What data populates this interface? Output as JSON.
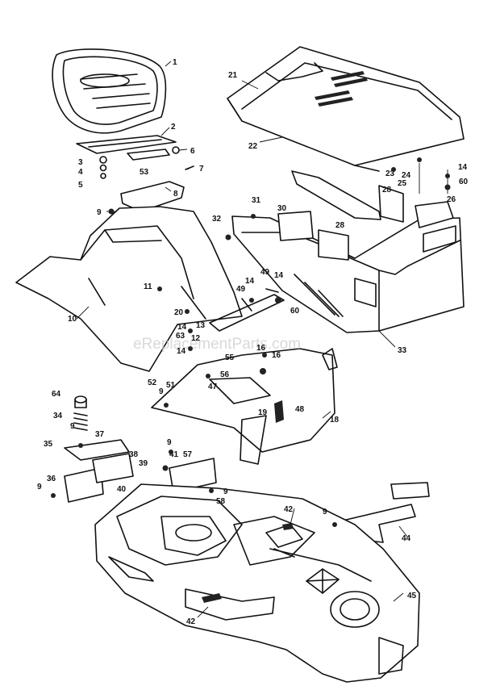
{
  "watermark": "eReplacementParts.com",
  "callouts": {
    "n1": "1",
    "n2": "2",
    "n3": "3",
    "n4": "4",
    "n5": "5",
    "n6": "6",
    "n7": "7",
    "n8": "8",
    "n9a": "9",
    "n9b": "9",
    "n9c": "9",
    "n9d": "9",
    "n9e": "9",
    "n9f": "9",
    "n9g": "9",
    "n10": "10",
    "n11": "11",
    "n12": "12",
    "n13": "13",
    "n14a": "14",
    "n14b": "14",
    "n14c": "14",
    "n14d": "14",
    "n14e": "14",
    "n16a": "16",
    "n16b": "16",
    "n18": "18",
    "n19": "19",
    "n20": "20",
    "n21": "21",
    "n22": "22",
    "n23": "23",
    "n24": "24",
    "n25": "25",
    "n26": "26",
    "n28a": "28",
    "n28b": "28",
    "n30": "30",
    "n31": "31",
    "n32": "32",
    "n33": "33",
    "n34": "34",
    "n35": "35",
    "n36": "36",
    "n37": "37",
    "n38": "38",
    "n39": "39",
    "n40": "40",
    "n41": "41",
    "n42a": "42",
    "n42b": "42",
    "n44": "44",
    "n45": "45",
    "n47": "47",
    "n48": "48",
    "n49a": "49",
    "n49b": "49",
    "n51": "51",
    "n52": "52",
    "n53": "53",
    "n55": "55",
    "n56": "56",
    "n57": "57",
    "n58": "58",
    "n60a": "60",
    "n60b": "60",
    "n63": "63",
    "n64": "64"
  }
}
